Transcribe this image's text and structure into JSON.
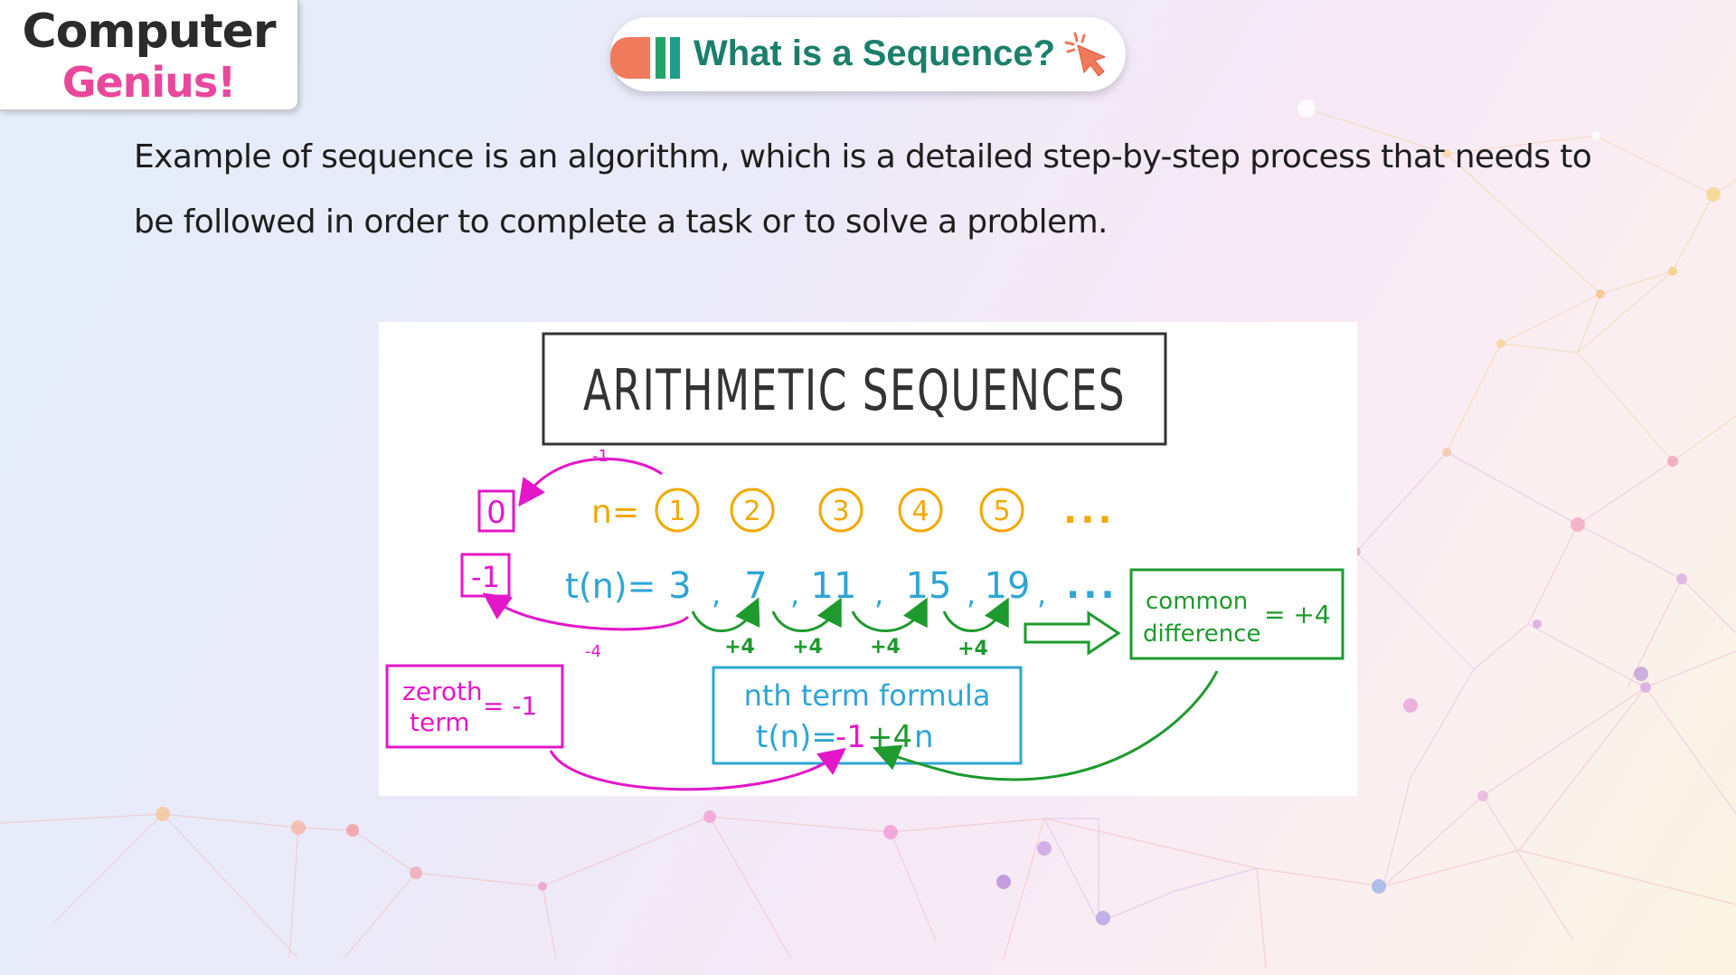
{
  "logo": {
    "line1": "Computer",
    "line2": "Genius!"
  },
  "header": {
    "title": "What is a Sequence?",
    "icon": "cursor-click-icon"
  },
  "intro": {
    "line1": "Example of sequence is an algorithm, which is a detailed step-by-step process that needs to",
    "line2": "be followed in order to complete a task or to solve a problem."
  },
  "diagram": {
    "title": "ARITHMETIC SEQUENCES",
    "n_label": "n=",
    "n_values": [
      "1",
      "2",
      "3",
      "4",
      "5"
    ],
    "n_ellipsis": "...",
    "zero_index": "0",
    "tn_label": "t(n)=",
    "terms": [
      "3",
      "7",
      "11",
      "15",
      "19"
    ],
    "terms_ellipsis": "...",
    "zeroth_value": "-1",
    "back_step_top": "-1",
    "back_step_bottom": "-4",
    "step_labels": [
      "+4",
      "+4",
      "+4",
      "+4"
    ],
    "common_difference": {
      "line1": "common",
      "line2": "difference",
      "value": "= +4"
    },
    "zeroth_term": {
      "line1": "zeroth",
      "line2": "term",
      "value": "= -1"
    },
    "formula": {
      "title": "nth term formula",
      "lhs": "t(n)=",
      "a": "-1",
      "b": "+4",
      "var": "n"
    },
    "colors": {
      "orange": "#f2a900",
      "blue": "#2fa5d6",
      "magenta": "#e317c9",
      "green": "#1e9a2e",
      "dark": "#333333"
    }
  }
}
